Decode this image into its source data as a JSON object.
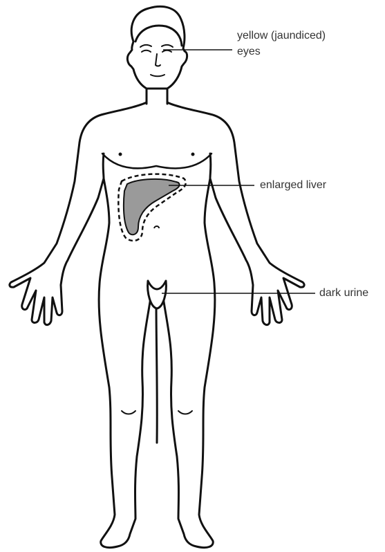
{
  "colors": {
    "outline": "#111111",
    "liver_fill": "#9a9a9a",
    "label_text": "#333333",
    "leader_line": "#111111"
  },
  "labels": {
    "eyes_line1": "yellow (jaundiced)",
    "eyes_line2": "eyes",
    "liver": "enlarged liver",
    "urine": "dark urine"
  }
}
